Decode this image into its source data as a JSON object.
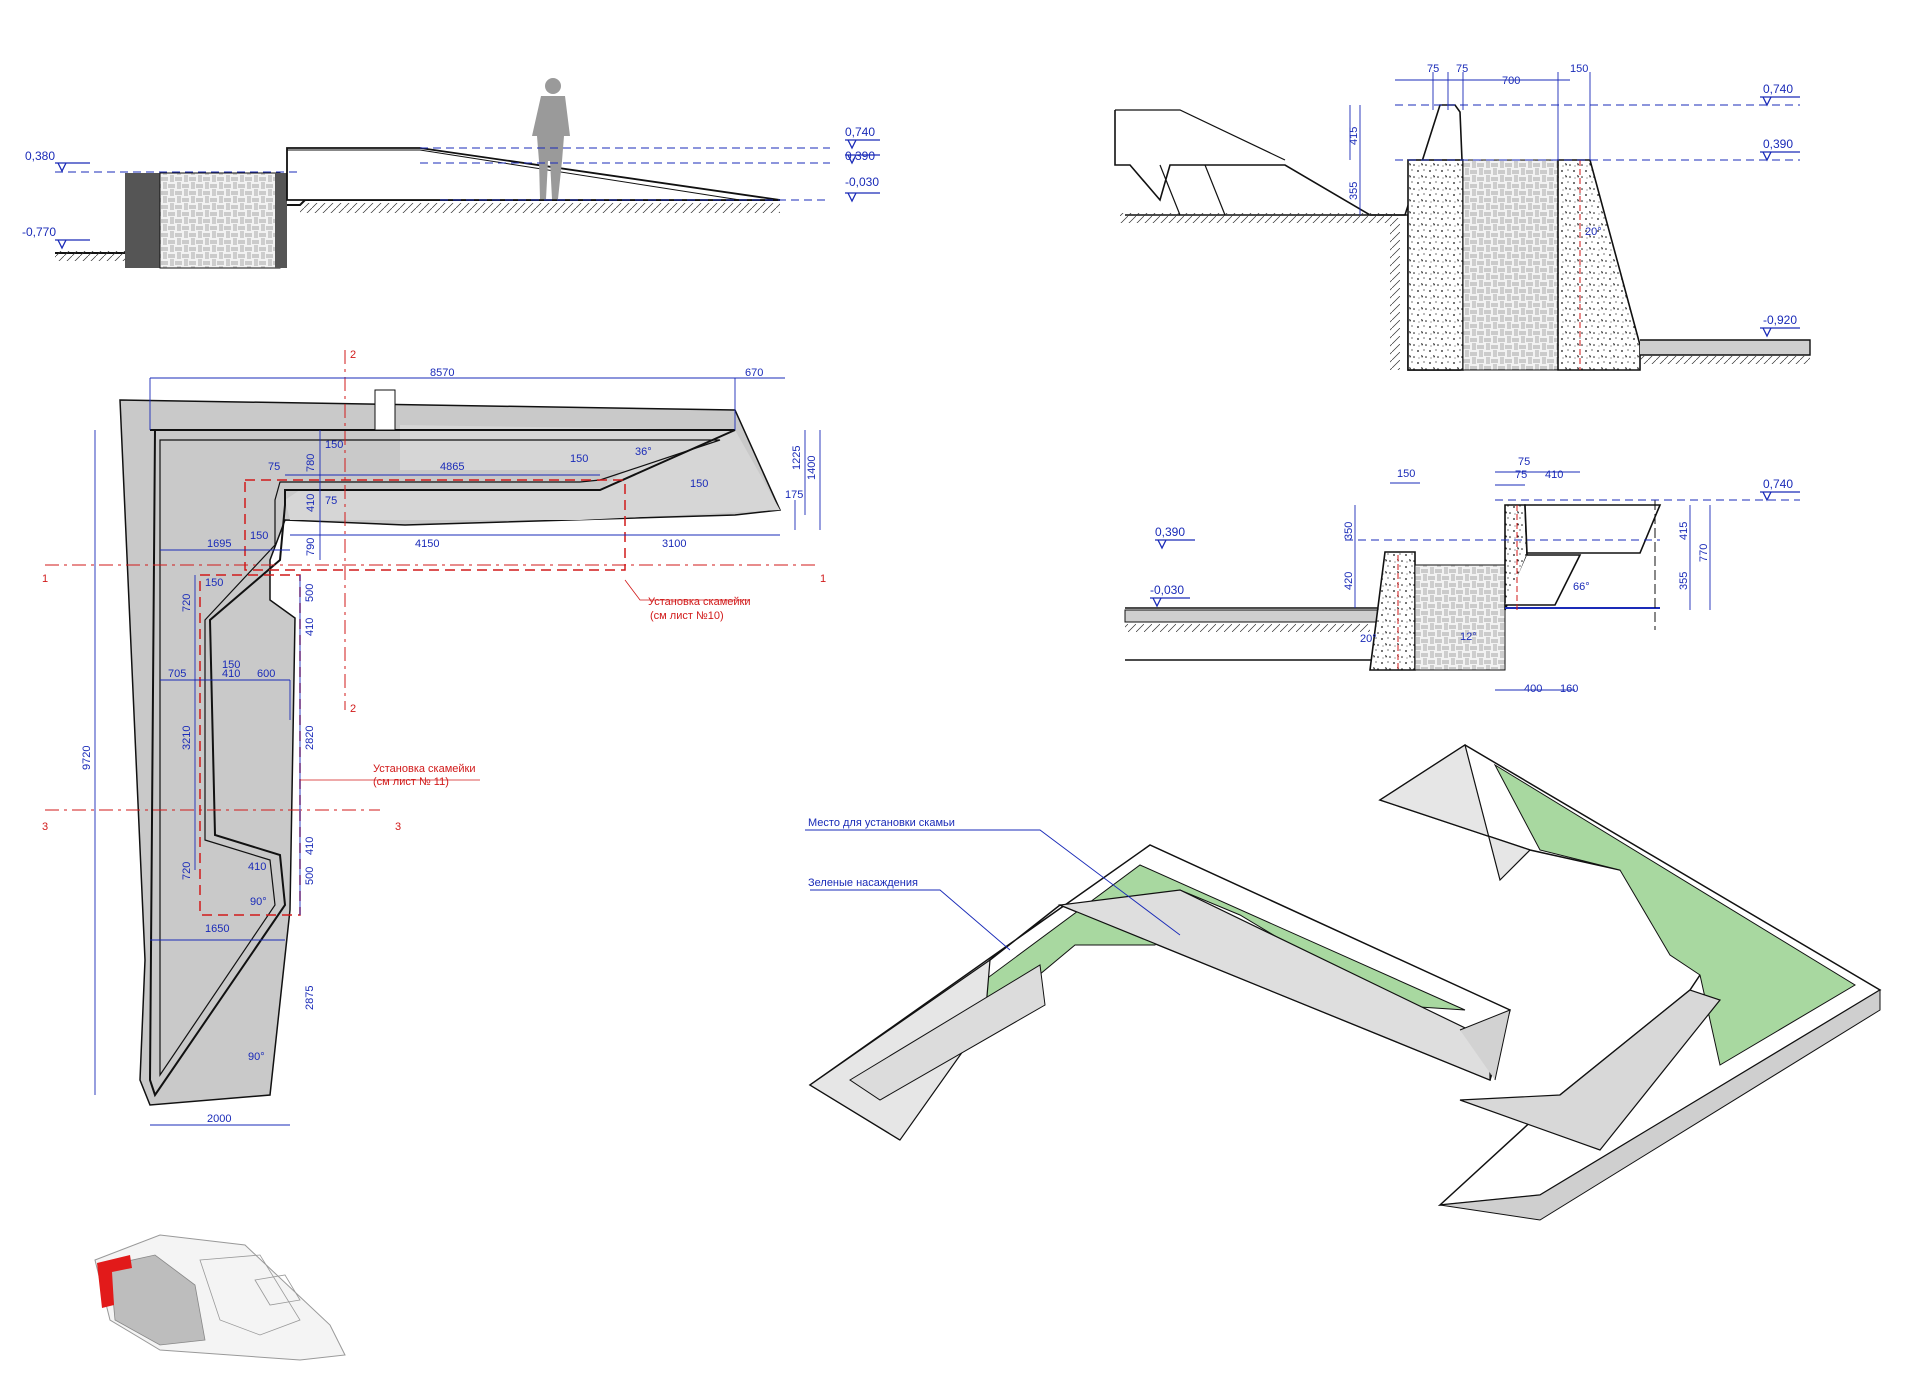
{
  "colors": {
    "outline": "#111111",
    "concrete": "#cfcfcf",
    "dimension": "#1a2bb8",
    "markup": "#d11a1a",
    "greenery": "#a8d8a0",
    "brick": "#c8c8c8"
  },
  "top_section": {
    "levels": [
      "0,740",
      "0,390",
      "-0,030",
      "0,380",
      "-0,770"
    ]
  },
  "plan": {
    "dims": {
      "d8570": "8570",
      "d670": "670",
      "d1225": "1225",
      "d1400": "1400",
      "d175": "175",
      "d4865": "4865",
      "d150a": "150",
      "d150b": "150",
      "d150c": "150",
      "d150d": "150",
      "d150e": "150",
      "d150f": "150",
      "d75a": "75",
      "d75b": "75",
      "d780": "780",
      "d410a": "410",
      "d790": "790",
      "d1695": "1695",
      "d4150": "4150",
      "d3100": "3100",
      "d720a": "720",
      "d500a": "500",
      "d410b": "410",
      "d705": "705",
      "d410c": "410",
      "d600": "600",
      "d3210": "3210",
      "d2820": "2820",
      "d9720": "9720",
      "d410d": "410",
      "d720b": "720",
      "d500b": "500",
      "d410e": "410",
      "d1650": "1650",
      "d2875": "2875",
      "d2000": "2000",
      "a36": "36°",
      "a90a": "90°",
      "a90b": "90°"
    },
    "section_marks": {
      "s1": "1",
      "s2": "2",
      "s3": "3"
    },
    "note1": {
      "line1": "Установка скамейки",
      "line2": "(см лист №10)"
    },
    "note2": {
      "line1": "Установка скамейки",
      "line2": "(см лист № 11)"
    }
  },
  "section_a": {
    "dims": {
      "d75a": "75",
      "d75b": "75",
      "d700": "700",
      "d150": "150",
      "d415": "415",
      "d355": "355",
      "a20": "20°"
    },
    "levels": [
      "0,740",
      "0,390",
      "-0,920"
    ]
  },
  "section_b": {
    "dims": {
      "d150": "150",
      "d75a": "75",
      "d75b": "75",
      "d410": "410",
      "d350": "350",
      "d420": "420",
      "d415": "415",
      "d355": "355",
      "d770": "770",
      "d400": "400",
      "d160": "160",
      "a66": "66°",
      "a12": "12°",
      "a20": "20°"
    },
    "levels": [
      "0,740",
      "0,390",
      "-0,030"
    ]
  },
  "axon": {
    "label_bench": "Место для установки скамьи",
    "label_green": "Зеленые насаждения"
  }
}
